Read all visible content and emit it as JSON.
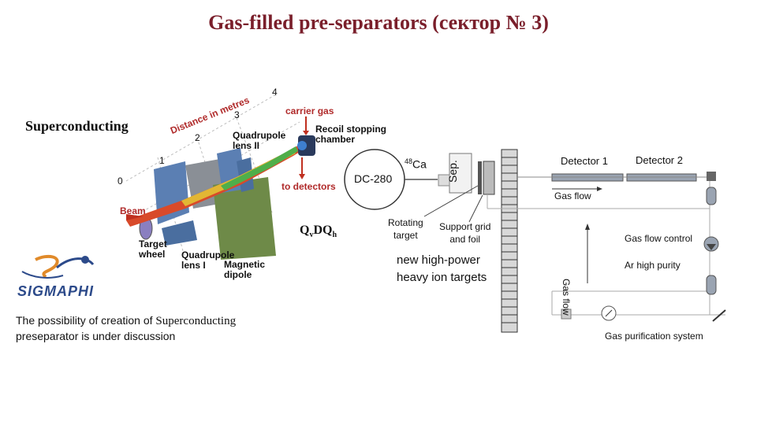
{
  "title": "Gas-filled pre-separators (сектор № 3)",
  "left_label": "Superconducting",
  "qdq_label": {
    "main": "Q",
    "sub_v": "v",
    "mid": "DQ",
    "sub_h": "h"
  },
  "note": {
    "line1_a": "The possibility of creation of ",
    "line1_b": "Superconducting",
    "line2": "preseparator is under discussion"
  },
  "logo_text": "SIGMAPHI",
  "separator_diagram": {
    "axis_numbers": [
      "0",
      "1",
      "2",
      "3",
      "4"
    ],
    "distance_label": "Distance in metres",
    "carrier_gas": "carrier gas",
    "recoil_chamber": [
      "Recoil stopping",
      "chamber"
    ],
    "quad_lens_2": [
      "Quadrupole",
      "lens II"
    ],
    "to_detectors": "to detectors",
    "beam": "Beam",
    "target_wheel": [
      "Target",
      "wheel"
    ],
    "quad_lens_1": [
      "Quadrupole",
      "lens I"
    ],
    "magnetic_dipole": [
      "Magnetic",
      "dipole"
    ]
  },
  "setup": {
    "cyclotron": "DC-280",
    "beam_label": "Ca",
    "beam_mass": "48",
    "separator": "Sep.",
    "rotating_target": [
      "Rotating",
      "target"
    ],
    "support_grid": [
      "Support grid",
      "and foil"
    ],
    "targets_note": [
      "new high-power",
      "heavy ion targets"
    ],
    "detector1": "Detector 1",
    "detector2": "Detector 2",
    "gas_flow_h": "Gas flow",
    "gas_flow_v": "Gas flow",
    "gas_flow_control": "Gas flow control",
    "ar_purity": "Ar high purity",
    "purification": "Gas purification system"
  }
}
